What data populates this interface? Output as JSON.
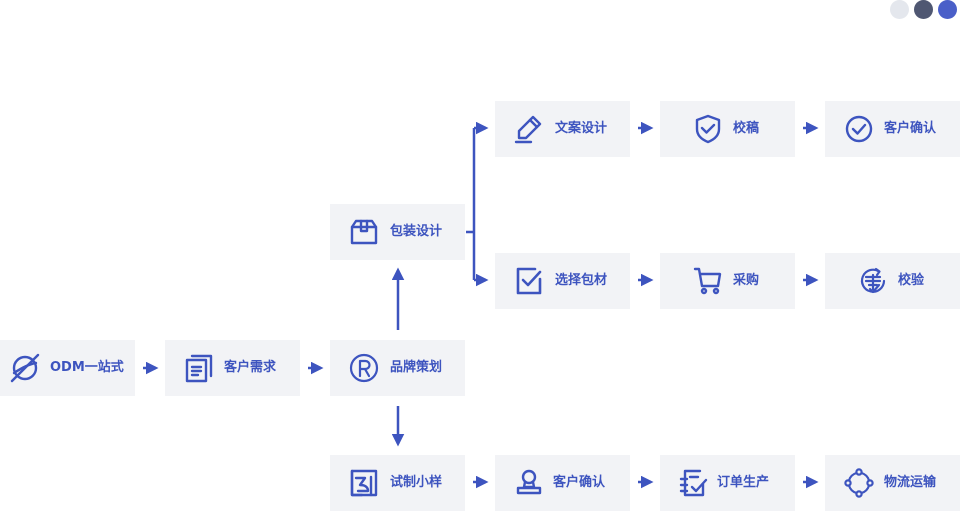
{
  "colors": {
    "accent": "#3d54bf",
    "node_bg": "#f2f3f6"
  },
  "pager": {
    "dots": [
      "inactive",
      "inactive-dark",
      "active"
    ]
  },
  "nodes": {
    "odm": {
      "label": "ODM一站式",
      "icon": "globe-icon"
    },
    "requirement": {
      "label": "客户需求",
      "icon": "document-icon"
    },
    "brand": {
      "label": "品牌策划",
      "icon": "registered-icon"
    },
    "packaging": {
      "label": "包装设计",
      "icon": "box-icon"
    },
    "copywriting": {
      "label": "文案设计",
      "icon": "pen-icon"
    },
    "proofread": {
      "label": "校稿",
      "icon": "shield-check-icon"
    },
    "confirm_top": {
      "label": "客户确认",
      "icon": "check-circle-icon"
    },
    "material": {
      "label": "选择包材",
      "icon": "checkbox-icon"
    },
    "purchase": {
      "label": "采购",
      "icon": "cart-icon"
    },
    "inspect": {
      "label": "校验",
      "icon": "verify-icon"
    },
    "trial": {
      "label": "试制小样",
      "icon": "sample-icon"
    },
    "confirm_bottom": {
      "label": "客户确认",
      "icon": "user-stamp-icon"
    },
    "production": {
      "label": "订单生产",
      "icon": "clipboard-check-icon"
    },
    "logistics": {
      "label": "物流运输",
      "icon": "route-icon"
    }
  }
}
